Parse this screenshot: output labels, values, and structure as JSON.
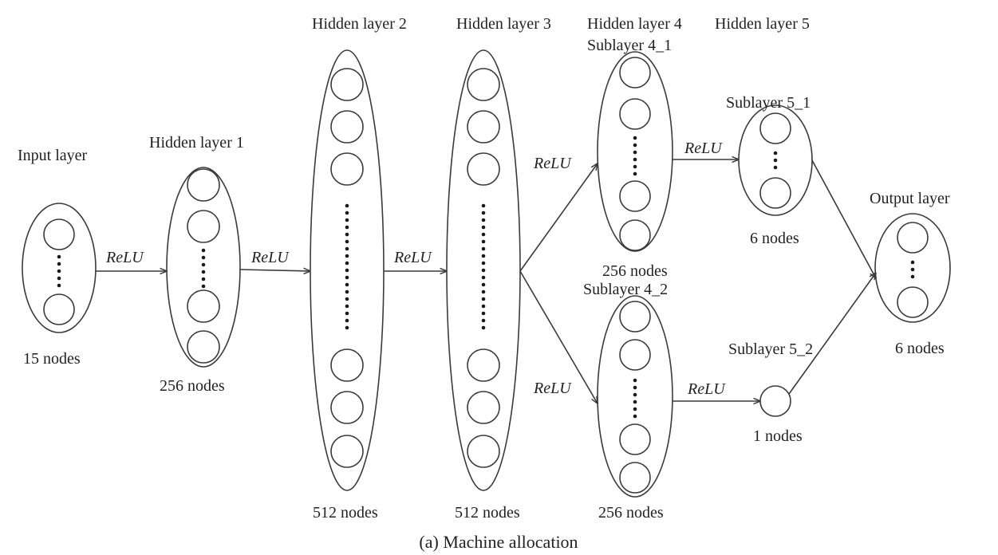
{
  "diagram": {
    "layers": [
      {
        "id": "input",
        "title": "Input layer",
        "count": "15  nodes"
      },
      {
        "id": "hidden1",
        "title": "Hidden layer 1",
        "count": "256  nodes"
      },
      {
        "id": "hidden2",
        "title": "Hidden layer 2",
        "count": "512 nodes"
      },
      {
        "id": "hidden3",
        "title": "Hidden layer 3",
        "count": "512  nodes"
      },
      {
        "id": "sub4_1",
        "header": "Hidden layer 4",
        "title": "Sublayer 4_1",
        "count": "256 nodes"
      },
      {
        "id": "sub4_2",
        "title": "Sublayer 4_2",
        "count": "256 nodes"
      },
      {
        "id": "sub5_1",
        "header": "Hidden layer 5",
        "title": "Sublayer 5_1",
        "count": "6 nodes"
      },
      {
        "id": "sub5_2",
        "title": "Sublayer 5_2",
        "count": "1 nodes"
      },
      {
        "id": "output",
        "title": "Output layer",
        "count": "6 nodes"
      }
    ],
    "activation": "ReLU",
    "caption": "(a) Machine allocation",
    "line_color": "#3a3a3a"
  }
}
